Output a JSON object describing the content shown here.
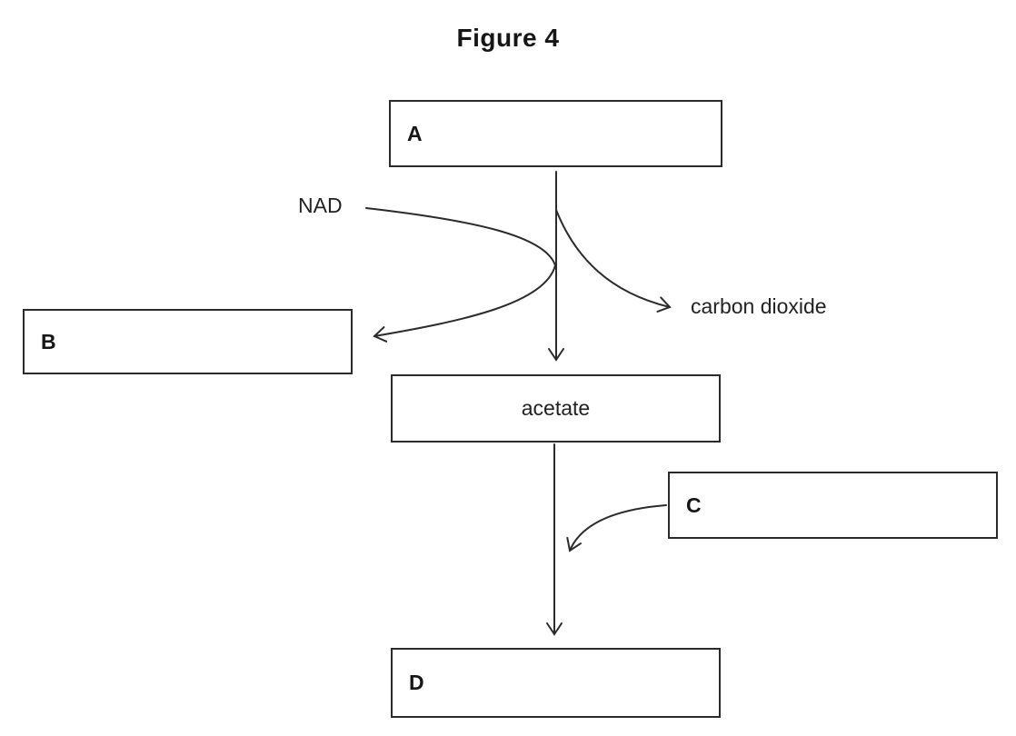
{
  "figure": {
    "title": "Figure 4",
    "nodes": {
      "a": {
        "label": "A"
      },
      "b": {
        "label": "B"
      },
      "c": {
        "label": "C"
      },
      "d": {
        "label": "D"
      },
      "acetate": {
        "label": "acetate"
      }
    },
    "labels": {
      "nad": "NAD",
      "carbon_dioxide": "carbon dioxide"
    },
    "arrows": [
      {
        "from": "A",
        "to": "acetate",
        "style": "straight-down"
      },
      {
        "from": "acetate",
        "to": "D",
        "style": "straight-down"
      },
      {
        "from": "NAD",
        "to": "B",
        "style": "curved"
      },
      {
        "from": "A-acetate arrow",
        "to": "carbon dioxide",
        "style": "curved"
      },
      {
        "from": "C",
        "to": "acetate-D arrow",
        "style": "curved"
      }
    ],
    "colors": {
      "ink": "#2b2b2b",
      "background": "#ffffff"
    }
  }
}
